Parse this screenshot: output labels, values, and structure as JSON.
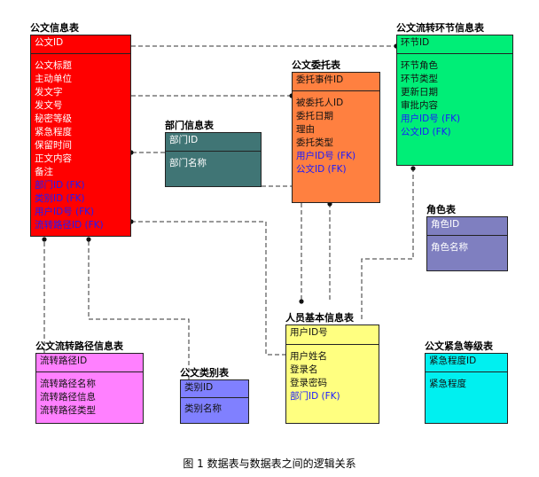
{
  "entities": {
    "gongwen": {
      "title": "公文信息表",
      "pk": "公文ID",
      "attrs": [
        "公文标题",
        "主动单位",
        "发文字",
        "发文号",
        "秘密等级",
        "紧急程度",
        "保留时间",
        "正文内容",
        "备注"
      ],
      "fks": [
        "部门ID (FK)",
        "类别ID (FK)",
        "用户ID号 (FK)",
        "流转路径ID (FK)"
      ],
      "color": "#ff0000"
    },
    "huanjie": {
      "title": "公文流转环节信息表",
      "pk": "环节ID",
      "attrs": [
        "环节角色",
        "环节类型",
        "更新日期",
        "审批内容"
      ],
      "fks": [
        "用户ID号 (FK)",
        "公文ID (FK)"
      ],
      "color": "#00ee77"
    },
    "weituo": {
      "title": "公文委托表",
      "pk": "委托事件ID",
      "attrs": [
        "被委托人ID",
        "委托日期",
        "理由",
        "委托类型"
      ],
      "fks": [
        "用户ID号 (FK)",
        "公文ID (FK)"
      ],
      "color": "#ff8040"
    },
    "bumen": {
      "title": "部门信息表",
      "pk": "部门ID",
      "attrs": [
        "部门名称"
      ],
      "fks": [],
      "color": "#407575"
    },
    "juese": {
      "title": "角色表",
      "pk": "角色ID",
      "attrs": [
        "角色名称"
      ],
      "fks": [],
      "color": "#7f7fc0"
    },
    "renyuan": {
      "title": "人员基本信息表",
      "pk": "用户ID号",
      "attrs": [
        "用户姓名",
        "登录名",
        "登录密码"
      ],
      "fks": [
        "部门ID (FK)"
      ],
      "color": "#ffff80"
    },
    "lujing": {
      "title": "公文流转路径信息表",
      "pk": "流转路径ID",
      "attrs": [
        "流转路径名称",
        "流转路径信息",
        "流转路径类型"
      ],
      "fks": [],
      "color": "#ff80ff"
    },
    "leibie": {
      "title": "公文类别表",
      "pk": "类别ID",
      "attrs": [
        "类别名称"
      ],
      "fks": [],
      "color": "#8080ff"
    },
    "jinji": {
      "title": "公文紧急等级表",
      "pk": "紧急程度ID",
      "attrs": [
        "紧急程度"
      ],
      "fks": [],
      "color": "#00f0f0"
    }
  },
  "caption": "图 1    数据表与数据表之间的逻辑关系"
}
